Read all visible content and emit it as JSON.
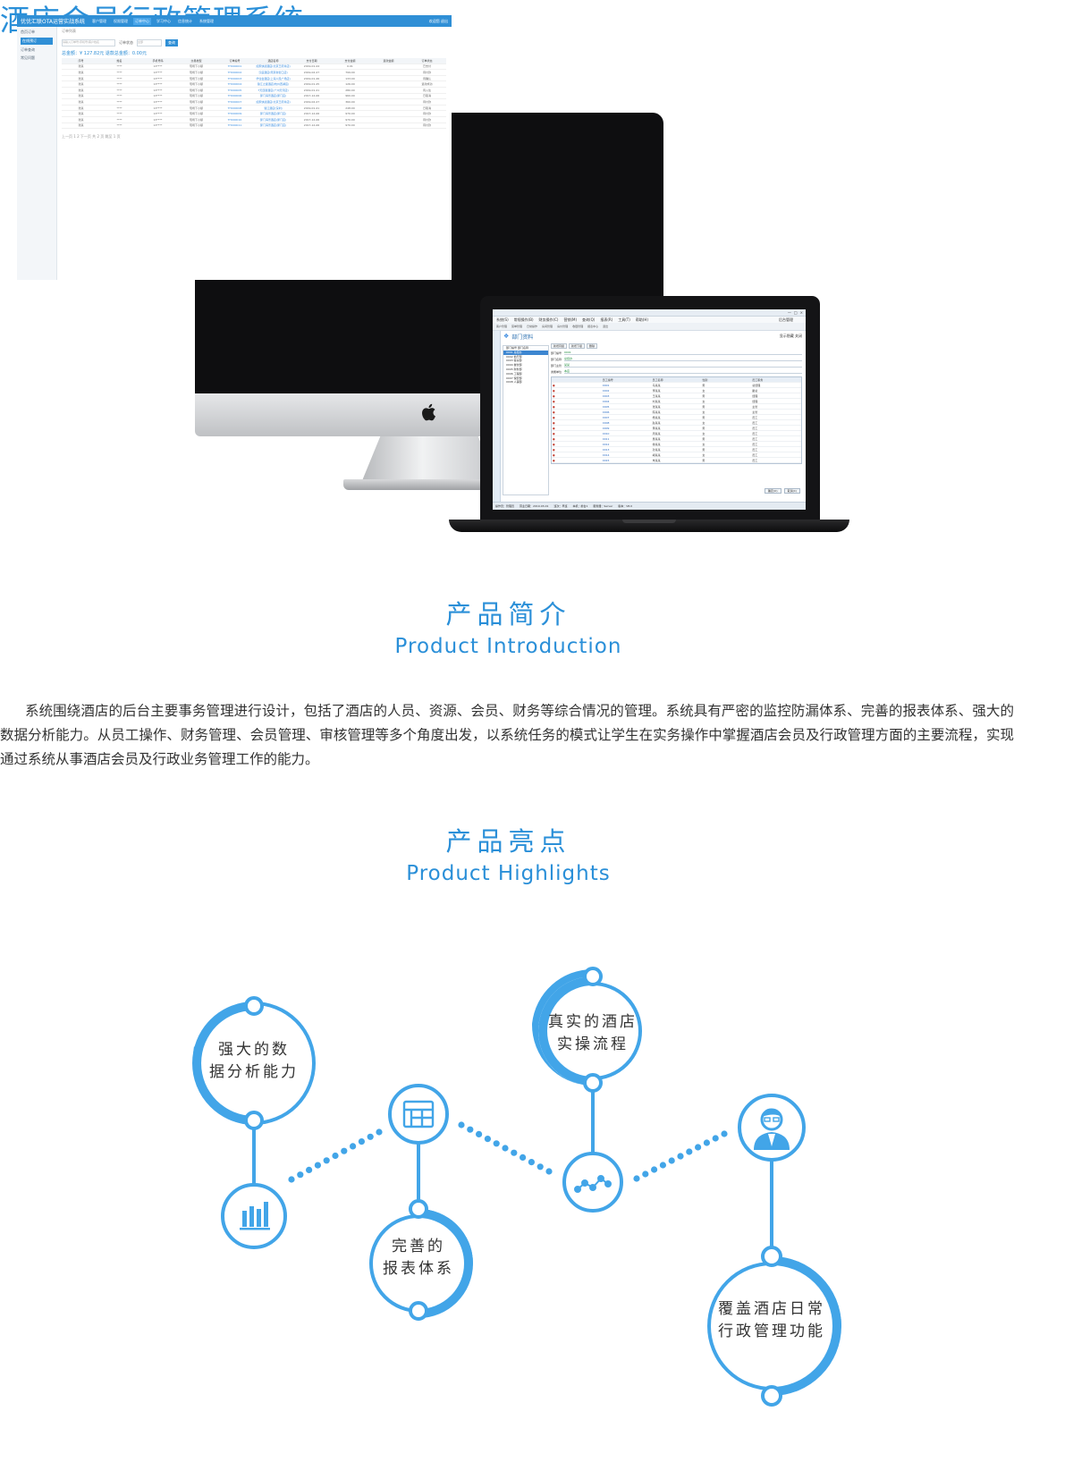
{
  "page": {
    "title": "酒店会员行政管理系统"
  },
  "monitor_app": {
    "brand": "优优汇联OTA运营实战系统",
    "nav": [
      "客户管理",
      "权限管理",
      "订单中心",
      "学习中心",
      "信息统计",
      "系统管理"
    ],
    "user": "欢迎您 退出",
    "side": [
      "首页订单",
      "在线预订",
      "订单查询",
      "常见问题"
    ],
    "crumb": "订单列表",
    "search_placeholder": "请输入订单号/手机号/客户姓名",
    "status_label": "订单状态",
    "status_value": "全部",
    "search_button": "查询",
    "summary": "总金额：¥ 127.82元 退款总金额：0.00元",
    "columns": [
      "序号",
      "姓名",
      "手机号码",
      "交易类型",
      "订单编号",
      "酒店名称",
      "支付日期",
      "支付金额",
      "退款金额",
      "订单状态"
    ],
    "rows": [
      [
        "张某",
        "****",
        "13****",
        "现场下小额",
        "TH000001",
        "如家快捷酒店(北京王府井店)",
        "2019-01-24",
        "0.01",
        "",
        "已支付"
      ],
      [
        "张某",
        "****",
        "13****",
        "现场下小额",
        "TH000002",
        "汉庭酒店(南京新街口店)",
        "2019-02-27",
        "799.00",
        "",
        "待付款"
      ],
      [
        "张某",
        "****",
        "13****",
        "现场下小额",
        "TH000003",
        "华住会酒店(上海人民广场店)",
        "2019-01-26",
        "133.00",
        "",
        "待确认"
      ],
      [
        "张某",
        "****",
        "13****",
        "现场下小额",
        "TH000004",
        "锦江之星酒店(杭州西湖店)",
        "2019-01-25",
        "126.00",
        "",
        "退款成功"
      ],
      [
        "张某",
        "****",
        "13****",
        "现场下小额",
        "TH000005",
        "7天连锁酒店(广州天河店)",
        "2019-01-21",
        "280.00",
        "",
        "待入住"
      ],
      [
        "张某",
        "****",
        "13****",
        "现场下小额",
        "TH000006",
        "厦门海景酒店(厦门店)",
        "2017-12-06",
        "960.00",
        "",
        "已取消"
      ],
      [
        "张某",
        "****",
        "13****",
        "现场下小额",
        "TH000007",
        "如家快捷酒店(北京王府井店)",
        "2019-02-27",
        "360.00",
        "",
        "待付款"
      ],
      [
        "张某",
        "****",
        "13****",
        "现场下小额",
        "TH000008",
        "锦江酒店(深圳)",
        "2019-01-21",
        "248.00",
        "",
        "已取消"
      ],
      [
        "张某",
        "****",
        "13****",
        "现场下小额",
        "TH000009",
        "厦门海景酒店(厦门店)",
        "2017-12-06",
        "970.00",
        "",
        "待付款"
      ],
      [
        "张某",
        "****",
        "13****",
        "现场下小额",
        "TH000010",
        "厦门海景酒店(厦门店)",
        "2017-12-06",
        "970.00",
        "",
        "待付款"
      ],
      [
        "张某",
        "****",
        "13****",
        "现场下小额",
        "TH000011",
        "厦门海景酒店(厦门店)",
        "2017-12-06",
        "970.00",
        "",
        "待付款"
      ]
    ],
    "pager": "上一页 1 2 下一页 共 2 页 跳至 1 页"
  },
  "laptop_app": {
    "title_controls": [
      "— ",
      "□",
      "×"
    ],
    "menu": [
      "系统(S)",
      "常规操作(B)",
      "财务操作(C)",
      "营销(M)",
      "查询(Q)",
      "报表(R)",
      "工具(T)",
      "帮助(H)"
    ],
    "menu_right": "后台管理",
    "toolbar": [
      "客户管理",
      "菜单管理",
      "日常操作",
      "房间管理",
      "房价管理",
      "收银管理",
      "报表中心",
      "退出"
    ],
    "panel_title": "部门资料",
    "panel_right": "显示隐藏 关闭",
    "tree": [
      "部门编号 部门名称",
      "0001 总经办",
      "0002 前厅部",
      "0003 客房部",
      "0004 餐饮部",
      "0005 财务部",
      "0006 工程部",
      "0007 保安部",
      "0008 人事部"
    ],
    "tree_selected_index": 1,
    "buttons": [
      "新增同级",
      "新增下级",
      "删除"
    ],
    "fields": [
      {
        "label": "部门编号",
        "value": "0001"
      },
      {
        "label": "部门名称",
        "value": "总经办"
      },
      {
        "label": "部门主管",
        "value": "某某"
      },
      {
        "label": "隶属单位",
        "value": "本店"
      }
    ],
    "grid_columns": [
      "",
      "员工编号",
      "员工名称",
      "性别",
      "员工职务"
    ],
    "grid_rows": [
      [
        "●",
        "0001",
        "马某某",
        "男",
        "总经理"
      ],
      [
        "●",
        "0002",
        "李某某",
        "女",
        "副总"
      ],
      [
        "●",
        "0003",
        "王某某",
        "男",
        "经理"
      ],
      [
        "●",
        "0004",
        "刘某某",
        "女",
        "经理"
      ],
      [
        "●",
        "0005",
        "张某某",
        "男",
        "主管"
      ],
      [
        "●",
        "0006",
        "陈某某",
        "女",
        "主管"
      ],
      [
        "●",
        "0007",
        "杨某某",
        "男",
        "员工"
      ],
      [
        "●",
        "0008",
        "赵某某",
        "女",
        "员工"
      ],
      [
        "●",
        "0009",
        "黄某某",
        "男",
        "员工"
      ],
      [
        "●",
        "0010",
        "周某某",
        "女",
        "员工"
      ],
      [
        "●",
        "0011",
        "吴某某",
        "男",
        "员工"
      ],
      [
        "●",
        "0012",
        "徐某某",
        "女",
        "员工"
      ],
      [
        "●",
        "0013",
        "孙某某",
        "男",
        "员工"
      ],
      [
        "●",
        "0014",
        "胡某某",
        "女",
        "员工"
      ],
      [
        "●",
        "0015",
        "朱某某",
        "男",
        "员工"
      ],
      [
        "●",
        "0016",
        "高某某",
        "女",
        "员工"
      ],
      [
        "●",
        "0017",
        "林某某",
        "男",
        "员工"
      ],
      [
        "●",
        "0018",
        "何某某",
        "女",
        "员工"
      ]
    ],
    "bottom_buttons": [
      "确定(O)",
      "取消(C)"
    ],
    "status": [
      "操作员：管理员",
      "营业日期：2019-03-01",
      "班次：早班",
      "本机：前台1",
      "服务器：Server",
      "版本：V8.0"
    ]
  },
  "intro": {
    "title_cn": "产品简介",
    "title_en": "Product Introduction",
    "text": "系统围绕酒店的后台主要事务管理进行设计，包括了酒店的人员、资源、会员、财务等综合情况的管理。系统具有严密的监控防漏体系、完善的报表体系、强大的数据分析能力。从员工操作、财务管理、会员管理、审核管理等多个角度出发，以系统任务的模式让学生在实务操作中掌握酒店会员及行政管理方面的主要流程，实现通过系统从事酒店会员及行政业务管理工作的能力。"
  },
  "highlights": {
    "title_cn": "产品亮点",
    "title_en": "Product Highlights",
    "accent_color": "#42a5e8",
    "items": [
      {
        "line1": "强大的数",
        "line2": "据分析能力",
        "icon": "bar-chart-icon"
      },
      {
        "line1": "完善的",
        "line2": "报表体系",
        "icon": "report-window-icon"
      },
      {
        "line1": "真实的酒店",
        "line2": "实操流程",
        "icon": "flow-chart-icon"
      },
      {
        "line1": "覆盖酒店日常",
        "line2": "行政管理功能",
        "icon": "manager-person-icon"
      }
    ]
  }
}
